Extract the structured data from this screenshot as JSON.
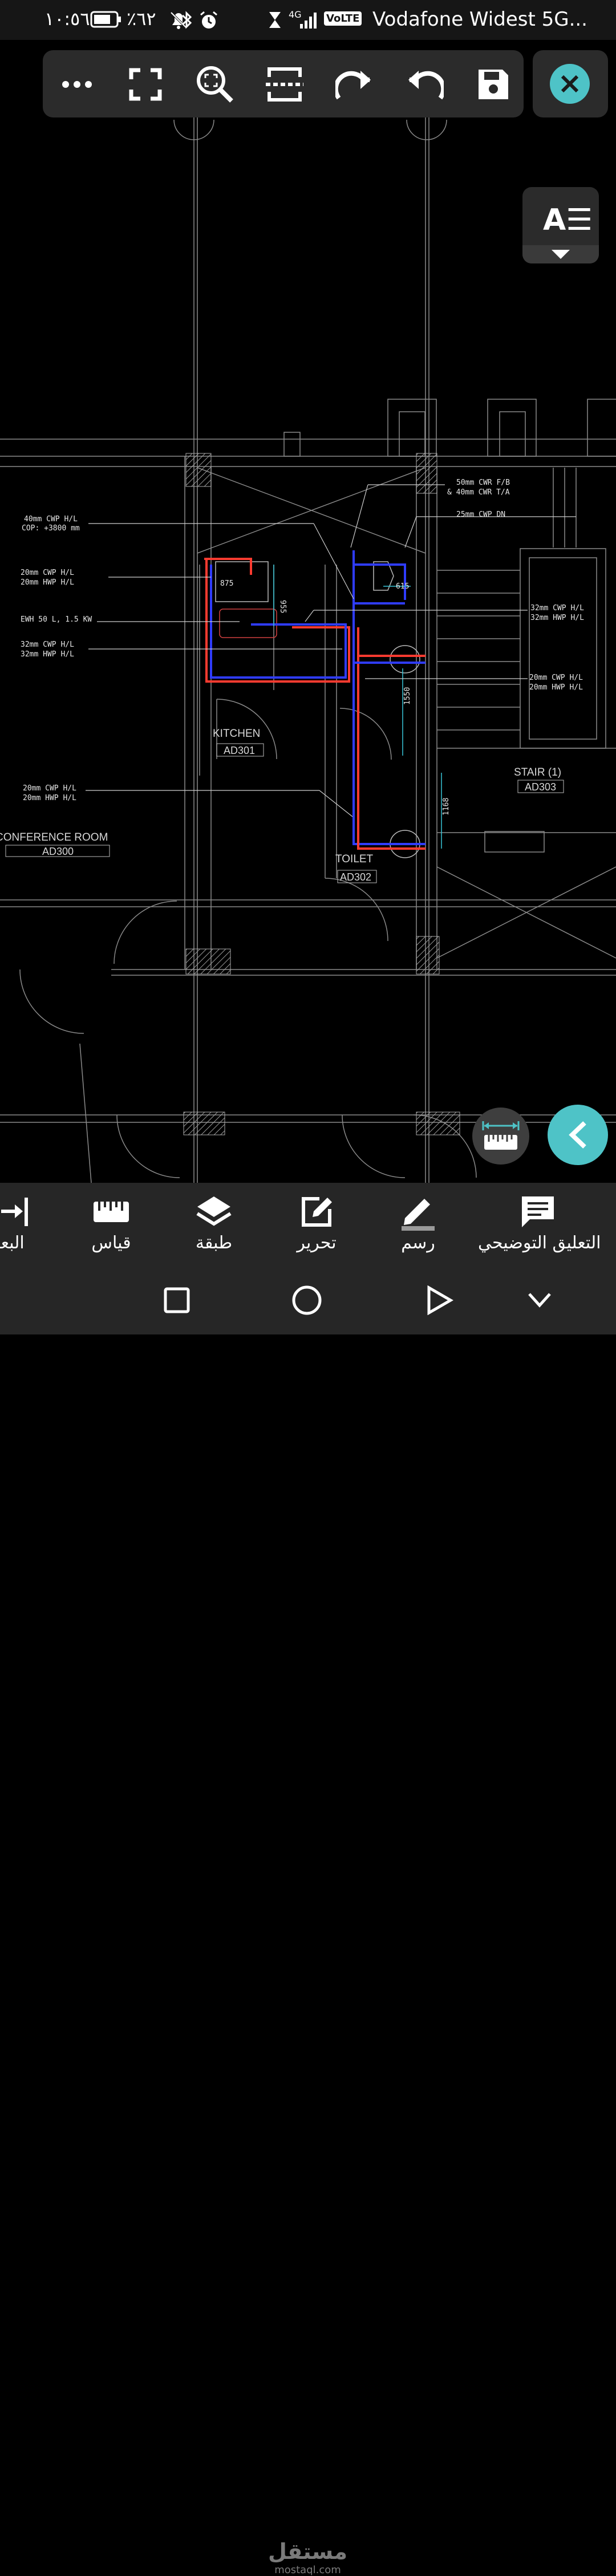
{
  "status_bar": {
    "time": "١٠:٥٦",
    "battery": "٪٦٢",
    "network": "4G",
    "volte": "VoLTE",
    "carrier": "Vodafone Widest 5G..."
  },
  "toolbar": {
    "buttons": [
      "more-icon",
      "fullscreen-icon",
      "zoom-extents-icon",
      "section-icon",
      "redo-icon",
      "undo-icon",
      "save-icon"
    ]
  },
  "text_toggle": {
    "glyph": "A☰"
  },
  "drawing": {
    "rooms": [
      {
        "name": "KITCHEN",
        "code": "AD301"
      },
      {
        "name": "TOILET",
        "code": "AD302"
      },
      {
        "name": "STAIR (1)",
        "code": "AD303"
      },
      {
        "name": "CONFERENCE ROOM",
        "code": "AD300"
      }
    ],
    "annotations": {
      "a1": "50mm CWR F/B",
      "a2": "& 40mm CWR T/A",
      "a3": "25mm CWP DN",
      "a4": "40mm CWP H/L",
      "a5": "COP: +3800 mm",
      "a6": "20mm CWP H/L",
      "a7": "20mm HWP H/L",
      "a8": "EWH 50 L, 1.5 KW",
      "a9": "32mm CWP H/L",
      "a10": "32mm HWP H/L",
      "a11": "32mm CWP H/L",
      "a12": "32mm HWP H/L",
      "a13": "20mm CWP H/L",
      "a14": "20mm HWP H/L",
      "a15": "20mm CWP H/L",
      "a16": "20mm HWP H/L"
    },
    "dimensions": {
      "d1": "875",
      "d2": "955",
      "d3": "615",
      "d4": "1550",
      "d5": "1168"
    }
  },
  "bottom_tools": [
    {
      "label": "البعد",
      "icon": "dimension-icon"
    },
    {
      "label": "قياس",
      "icon": "ruler-icon"
    },
    {
      "label": "طبقة",
      "icon": "layers-icon"
    },
    {
      "label": "تحرير",
      "icon": "edit-icon"
    },
    {
      "label": "رسم",
      "icon": "pencil-icon"
    },
    {
      "label": "التعليق التوضيحي",
      "icon": "comment-icon"
    }
  ],
  "watermark": {
    "arabic": "مستقل",
    "latin": "mostaql.com"
  },
  "colors": {
    "accent": "#4ec3c7",
    "panel": "#2b2b2b",
    "cold_pipe": "#2f3cff",
    "hot_pipe": "#ff3b30"
  }
}
